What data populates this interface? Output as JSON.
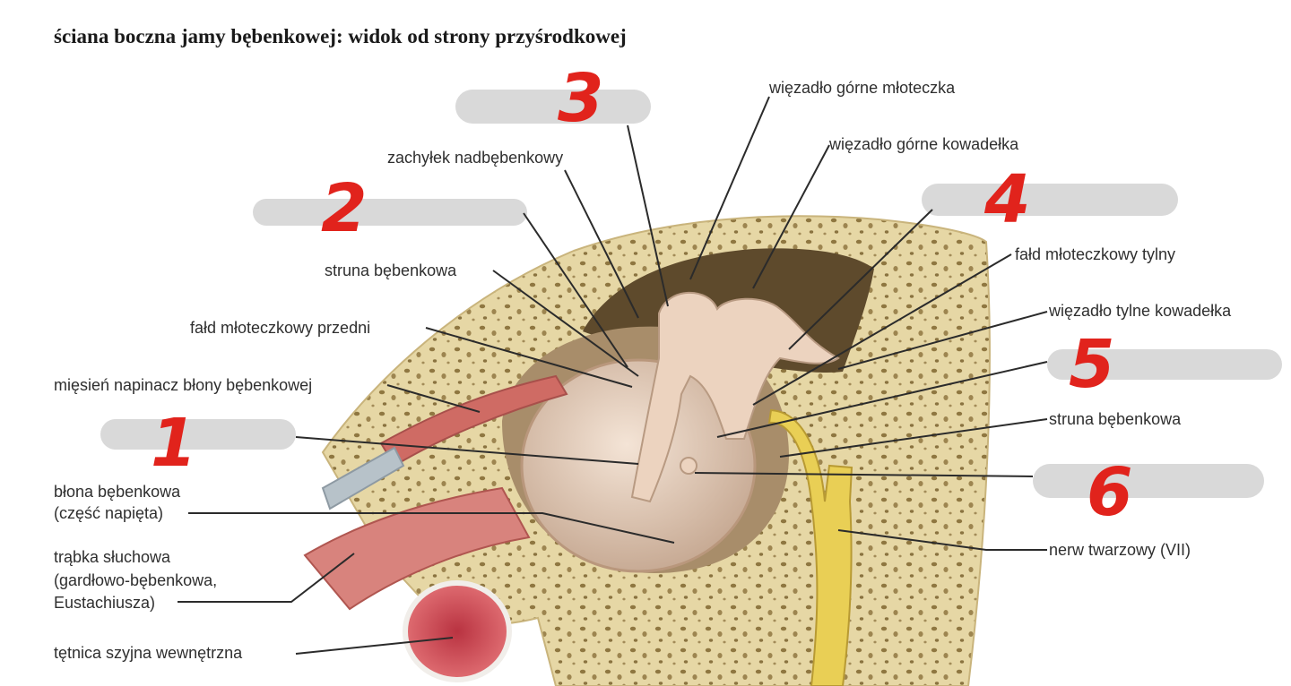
{
  "title": "ściana boczna jamy bębenkowej: widok od strony przyśrodkowej",
  "colors": {
    "bone": "#e6d7a5",
    "bone_dark": "#8f7741",
    "cavity": "#5e4a2c",
    "ossicles": "#ecd3bf",
    "membrane": "#d9c0ae",
    "muscle": "#cf6b64",
    "nerve": "#e9cf55",
    "artery": "#d9545a",
    "handwriting": "#e1231c",
    "redaction": "#d9d9d9"
  },
  "labels": {
    "wiezadlo_gorne_mloteczka": "więzadło górne młoteczka",
    "wiezadlo_gorne_kowadelka": "więzadło górne kowadełka",
    "zachylek_nadbebenkowy": "zachyłek nadbębenkowy",
    "struna_bebenkowa_top": "struna bębenkowa",
    "fald_mloteczkowy_przedni": "fałd młoteczkowy przedni",
    "miesien_napinacz": "mięsień napinacz błony bębenkowej",
    "blona_line1": "błona bębenkowa",
    "blona_line2": "(część napięta)",
    "trabka_line1": "trąbka słuchowa",
    "trabka_line2": "(gardłowo-bębenkowa,",
    "trabka_line3": "Eustachiusza)",
    "tetnica": "tętnica szyjna wewnętrzna",
    "fald_mloteczkowy_tylny": "fałd młoteczkowy tylny",
    "wiezadlo_tylne_kowadelka": "więzadło tylne kowadełka",
    "struna_bebenkowa_right": "struna bębenkowa",
    "nerw_twarzowy": "nerw twarzowy (VII)"
  },
  "handwritten_numbers": [
    "1",
    "2",
    "3",
    "4",
    "5",
    "6"
  ]
}
